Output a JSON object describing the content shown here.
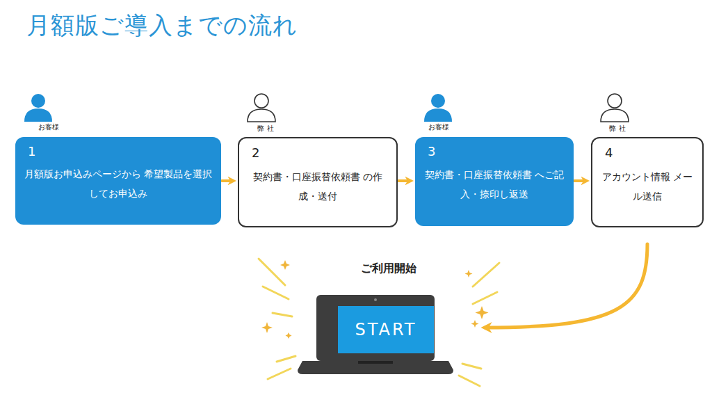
{
  "diagram": {
    "title": "月額版ご導入までの流れ",
    "nodes": [
      {
        "text": [
          "お客様",
          "1",
          "月額版お申込みページから 希望製品を選択してお申込み"
        ]
      },
      {
        "text": [
          "弊 社",
          "2",
          "契約書・口座振替依頼書 の作成・送付"
        ]
      },
      {
        "text": [
          "お客様",
          "3",
          "契約書・口座振替依頼書 へご記入・捺印し返送"
        ]
      },
      {
        "text": [
          "弊 社",
          "4",
          "アカウント情報 メール送信"
        ]
      },
      {
        "text": [
          "ご利用開始",
          "START"
        ]
      }
    ],
    "edges": [
      {
        "from": 0,
        "to": 1,
        "arrow": "to"
      },
      {
        "from": 1,
        "to": 2,
        "arrow": "to"
      },
      {
        "from": 2,
        "to": 3,
        "arrow": "to"
      },
      {
        "from": 3,
        "to": 4,
        "arrow": "to"
      }
    ]
  }
}
